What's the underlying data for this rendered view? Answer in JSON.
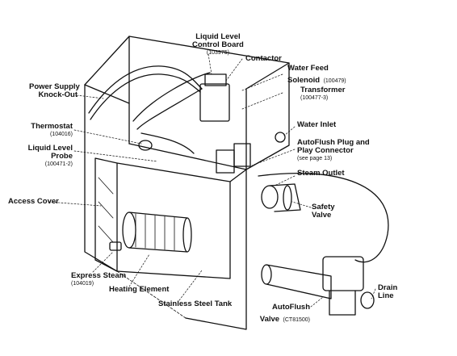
{
  "labels": {
    "liquid_level_control_board": {
      "line1": "Liquid Level",
      "line2": "Control Board",
      "part": "(103975)"
    },
    "contactor": {
      "text": "Contactor"
    },
    "water_feed_solenoid": {
      "line1": "Water Feed",
      "line2": "Solenoid",
      "part": "(100479)"
    },
    "transformer": {
      "text": "Transformer",
      "part": "(100477-3)"
    },
    "power_supply_knockout": {
      "line1": "Power Supply",
      "line2": "Knock-Out"
    },
    "thermostat": {
      "text": "Thermostat",
      "part": "(104016)"
    },
    "liquid_level_probe": {
      "line1": "Liquid Level",
      "line2": "Probe",
      "part": "(100471-2)"
    },
    "water_inlet": {
      "text": "Water Inlet"
    },
    "autoflush_plug": {
      "line1": "AutoFlush Plug and",
      "line2": "Play Connector",
      "note": "(see page 13)"
    },
    "steam_outlet": {
      "text": "Steam Outlet"
    },
    "access_cover": {
      "text": "Access Cover"
    },
    "safety_valve": {
      "line1": "Safety",
      "line2": "Valve"
    },
    "express_steam": {
      "text": "Express Steam",
      "part": "(104019)"
    },
    "heating_element": {
      "text": "Heating Element"
    },
    "stainless_steel_tank": {
      "text": "Stainless Steel Tank"
    },
    "drain_line": {
      "line1": "Drain",
      "line2": "Line"
    },
    "autoflush_valve": {
      "line1": "AutoFlush",
      "line2": "Valve",
      "part": "(CT81500)"
    }
  }
}
